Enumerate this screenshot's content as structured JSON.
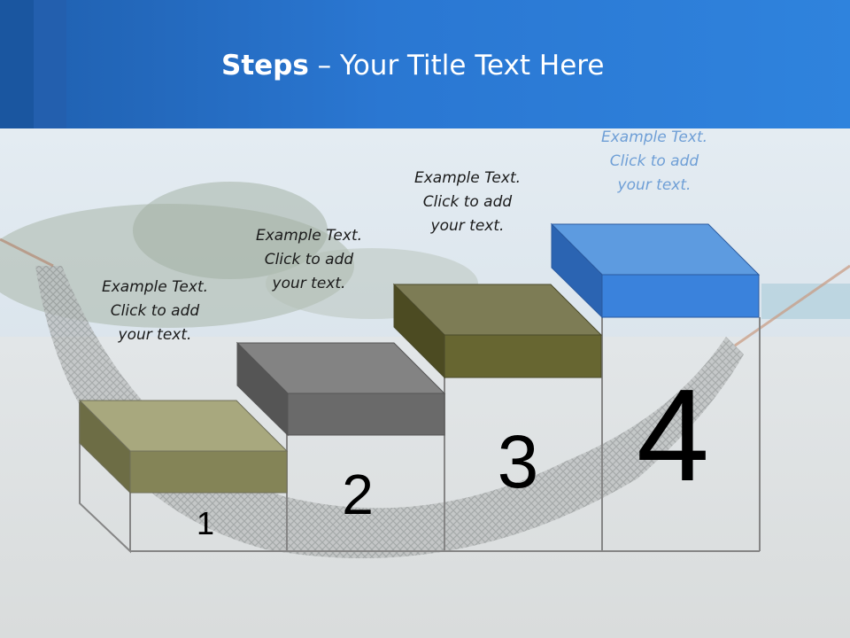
{
  "title": {
    "bold": "Steps",
    "rest": " – Your Title Text Here"
  },
  "steps": [
    {
      "number": "1",
      "line1": "Example Text.",
      "line2": "Click  to add",
      "line3": "your text.",
      "top_color": "#a8a87e",
      "front_color": "#848457",
      "side_color": "#6d6d45"
    },
    {
      "number": "2",
      "line1": "Example Text.",
      "line2": "Click  to add",
      "line3": "your text.",
      "top_color": "#838383",
      "front_color": "#6a6a6a",
      "side_color": "#555555"
    },
    {
      "number": "3",
      "line1": "Example Text.",
      "line2": "Click  to add",
      "line3": "your text.",
      "top_color": "#7d7c55",
      "front_color": "#676631",
      "side_color": "#4c4b22"
    },
    {
      "number": "4",
      "line1": "Example Text.",
      "line2": "Click  to add",
      "line3": "your text.",
      "top_color": "#5d9be0",
      "front_color": "#3a82dc",
      "side_color": "#2b64b2"
    }
  ]
}
